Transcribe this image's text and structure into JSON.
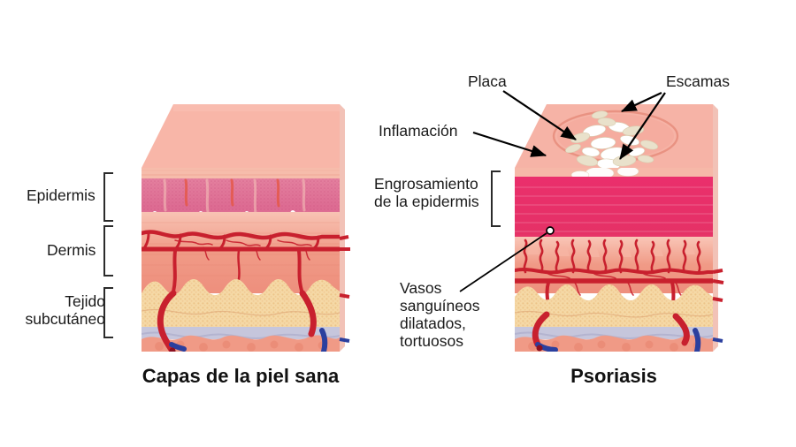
{
  "figure": {
    "title_healthy": "Capas de la piel sana",
    "title_psoriasis": "Psoriasis",
    "background_color": "#ffffff",
    "text_color": "#1a1a1a"
  },
  "left_panel": {
    "caption": "Capas de la piel sana",
    "labels": [
      {
        "id": "epidermis",
        "text": "Epidermis"
      },
      {
        "id": "dermis",
        "text": "Dermis"
      },
      {
        "id": "subcutaneous",
        "text": "Tejido\nsubcutáneo"
      }
    ],
    "layers": [
      {
        "name": "superficie",
        "color": "#f8b6a8"
      },
      {
        "name": "epidermis",
        "color": "#e06a8c"
      },
      {
        "name": "dermis",
        "color": "#f29a8a"
      },
      {
        "name": "tejido-adiposo",
        "color": "#f3d49f"
      },
      {
        "name": "fascia",
        "color": "#c6c6dc"
      },
      {
        "name": "musculo",
        "color": "#f09a86"
      }
    ]
  },
  "right_panel": {
    "caption": "Psoriasis",
    "labels": [
      {
        "id": "placa",
        "text": "Placa"
      },
      {
        "id": "escamas",
        "text": "Escamas"
      },
      {
        "id": "inflamacion",
        "text": "Inflamación"
      },
      {
        "id": "engrosamiento",
        "text": "Engrosamiento\nde la epidermis"
      },
      {
        "id": "vasos",
        "text": "Vasos\nsanguíneos\ndilatados,\ntortuosos"
      }
    ],
    "layers": [
      {
        "name": "superficie",
        "color": "#f6b3a6"
      },
      {
        "name": "epidermis-engrosada",
        "color": "#e8316a"
      },
      {
        "name": "dermis",
        "color": "#f29a8a"
      },
      {
        "name": "tejido-adiposo",
        "color": "#f3d49f"
      },
      {
        "name": "fascia",
        "color": "#c6c6dc"
      },
      {
        "name": "musculo",
        "color": "#f09a86"
      }
    ],
    "scales_color": "#e9e1cb"
  },
  "palette": {
    "vessel_red": "#c8202e",
    "vessel_blue": "#2b3f9e",
    "leader_line": "#000000",
    "bracket": "#2b2b2b"
  }
}
